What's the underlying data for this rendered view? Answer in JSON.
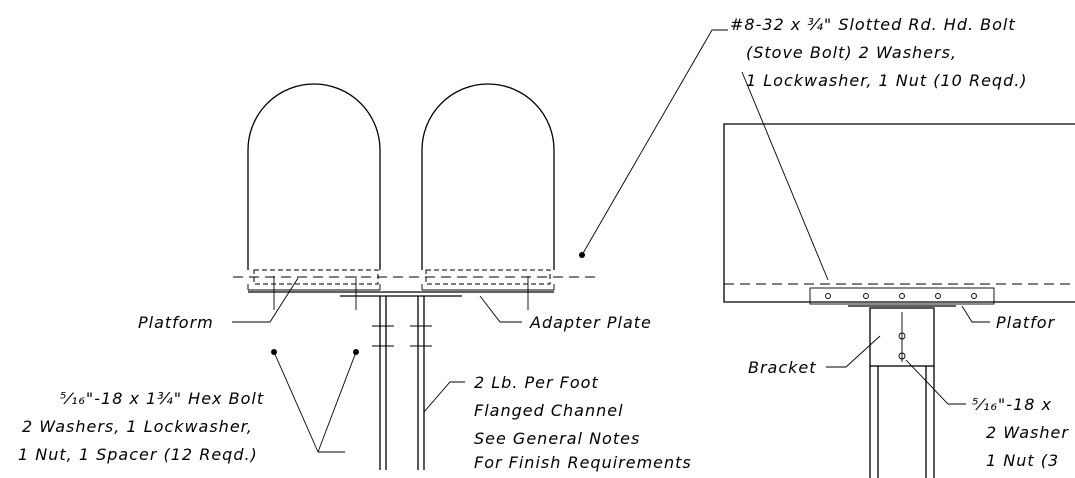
{
  "callouts": {
    "stove_bolt": {
      "line1": "#8-32 x ¾\" Slotted Rd. Hd. Bolt",
      "line2": "(Stove Bolt) 2 Washers,",
      "line3": "1 Lockwasher, 1 Nut (10 Reqd.)"
    },
    "platform_left": "Platform",
    "adapter_plate": "Adapter Plate",
    "hex_bolt": {
      "line1": "⁵⁄₁₆\"-18 x 1¾\" Hex Bolt",
      "line2": "2 Washers, 1 Lockwasher,",
      "line3": "1 Nut, 1 Spacer (12 Reqd.)"
    },
    "channel": {
      "line1": "2 Lb. Per Foot",
      "line2": "Flanged Channel",
      "line3": "See General Notes",
      "line4": "For Finish Requirements"
    },
    "bracket": "Bracket",
    "platform_right": "Platfor",
    "right_bolt": {
      "line1": "⁵⁄₁₆\"-18 x",
      "line2": "2 Washer",
      "line3": "1 Nut (3"
    }
  }
}
